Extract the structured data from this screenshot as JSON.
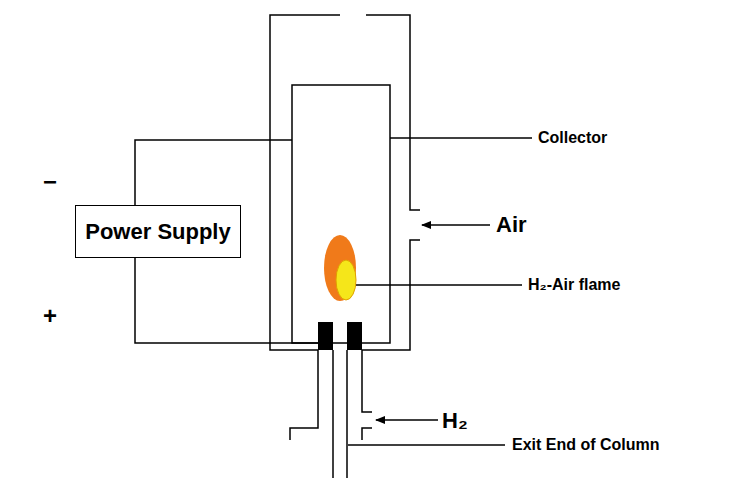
{
  "diagram": {
    "nodes": [
      {
        "text": [
          "Power Supply"
        ]
      }
    ],
    "labels": [
      "−",
      "+",
      "Collector",
      "Air",
      "H₂-Air flame",
      "H₂",
      "Exit End of Column"
    ]
  }
}
